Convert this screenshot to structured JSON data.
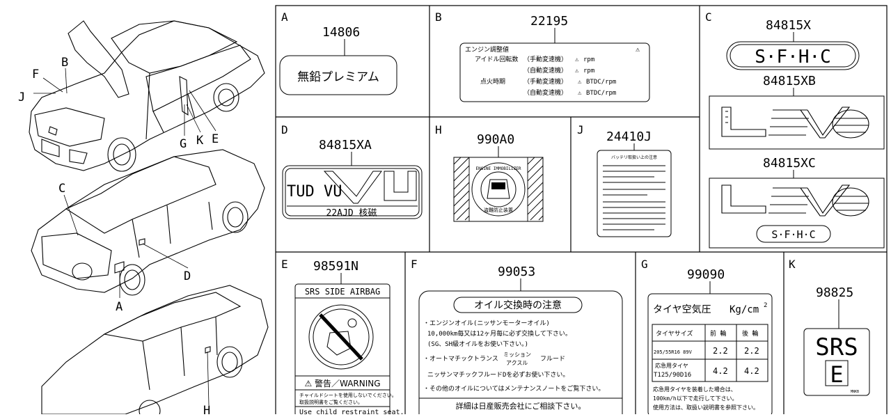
{
  "callouts": {
    "A": "A",
    "B": "B",
    "C": "C",
    "D": "D",
    "E": "E",
    "F": "F",
    "G": "G",
    "H": "H",
    "J": "J",
    "K": "K"
  },
  "panels": {
    "A": {
      "letter": "A",
      "part": "14806",
      "label_text": "無鉛プレミアム"
    },
    "B": {
      "letter": "B",
      "part": "22195",
      "title": "エンジン調整値",
      "rows": [
        {
          "left": "アイドル回転数",
          "cond": "（手動変速機）",
          "val": "rpm"
        },
        {
          "left": "",
          "cond": "（自動変速機）",
          "val": "rpm"
        },
        {
          "left": "点火時期",
          "cond": "（手動変速機）",
          "val": "BTDC/rpm"
        },
        {
          "left": "",
          "cond": "（自動変速機）",
          "val": "BTDC/rpm"
        }
      ]
    },
    "C": {
      "letter": "C",
      "part": "84815X",
      "part_b": "84815XB",
      "part_c": "84815XC",
      "sfhc": "S·F·H·C"
    },
    "D": {
      "letter": "D",
      "part": "84815XA",
      "vu": "TUD VU",
      "glass": "22AJD 核磁"
    },
    "H": {
      "letter": "H",
      "part": "990A0",
      "seal_text": "ENGINE IMMOBILIZER",
      "seal_bottom": "盗難防止装置"
    },
    "J": {
      "letter": "J",
      "part": "24410J",
      "header": "バッテリ取扱い上の注意"
    },
    "E": {
      "letter": "E",
      "part": "98591N",
      "title": "SRS SIDE AIRBAG",
      "warning": "⚠ 警告／WARNING",
      "jp_line1": "チャイルドシートを使用しないでください。",
      "jp_line2": "取扱説明書をご覧ください。",
      "en_line": "Use child restraint seat."
    },
    "F": {
      "letter": "F",
      "part": "99053",
      "title": "オイル交換時の注意",
      "l1": "・エンジンオイル(ニッサンモーターオイル)",
      "l2": "10,000km毎又は12ヶ月毎に必ず交換して下さい。",
      "l3": "(SG、SH級オイルをお使い下さい。)",
      "l4a": "・オートマチックトランス",
      "l4b": "ミッション",
      "l4c": "アクスル",
      "l4d": "フルード",
      "l5": "ニッサンマチックフルードDを必ずお使い下さい。",
      "l6": "・その他のオイルについてはメンテナンスノートをご覧下さい。",
      "footer": "詳細は日産販売会社にご相談下さい。"
    },
    "G": {
      "letter": "G",
      "part": "99090",
      "title": "タイヤ空気圧",
      "unit": "Kg/cm",
      "sup": "2",
      "head": [
        "タイヤサイズ",
        "前 輪",
        "後 輪"
      ],
      "r1": [
        "205/55R16 89V",
        "2.2",
        "2.2"
      ],
      "r2a": "応急用タイヤ",
      "r2b": "T125/90D16",
      "r2v": [
        "4.2",
        "4.2"
      ],
      "n1": "応急用タイヤを装着した場合は、",
      "n2": "100km/h以下で走行して下さい。",
      "n3": "使用方法は、取扱い説明書を参照下さい。"
    },
    "K": {
      "letter": "K",
      "part": "98825",
      "srs": "SRS",
      "e": "E",
      "small": "MNKB"
    }
  }
}
